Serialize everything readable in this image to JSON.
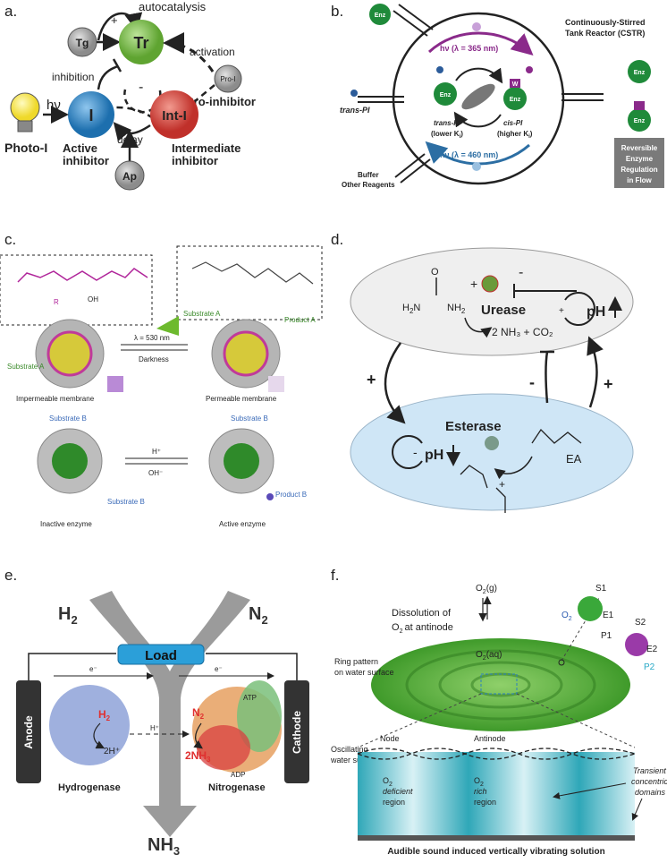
{
  "panels": {
    "a": {
      "label": "a.",
      "autocatalysis": "autocatalysis",
      "plus": "+",
      "tg": "Tg",
      "tr": "Tr",
      "activation": "activation",
      "pro_i_small": "Pro-I",
      "pro_inhibitor": "Pro-inhibitor",
      "inhibition": "inhibition",
      "minus": "-",
      "hv": "hν",
      "i": "I",
      "int_i": "Int-I",
      "delay": "delay",
      "photo_i": "Photo-I",
      "active_inhibitor": [
        "Active",
        "inhibitor"
      ],
      "intermediate_inhibitor": [
        "Intermediate",
        "inhibitor"
      ],
      "ap": "Ap"
    },
    "b": {
      "label": "b.",
      "enz": "Enz",
      "w": "W",
      "reactor_title": [
        "Continuously-Stirred",
        "Tank Reactor (CSTR)"
      ],
      "hv365": "hν (λ = 365 nm)",
      "hv460": "hν (λ = 460 nm)",
      "trans_pi_in": "trans-PI",
      "trans_pi": "trans-PI",
      "trans_ki": "(lower K",
      "cis_pi": "cis-PI",
      "cis_ki": "(higher K",
      "ki_sub": "i",
      "ki_close": ")",
      "buffer": [
        "Buffer",
        "Other Reagents"
      ],
      "reversible_box": [
        "Reversible",
        "Enzyme",
        "Regulation",
        "in Flow"
      ]
    },
    "c": {
      "label": "c.",
      "r_label": "R",
      "oh_label": "OH",
      "substrate_a": "Substrate A",
      "product_a": "Product A",
      "lambda": "λ = 530 nm",
      "darkness": "Darkness",
      "impermeable": "Impermeable membrane",
      "permeable": "Permeable membrane",
      "substrate_b": "Substrate B",
      "h_plus": "H⁺",
      "oh_minus": "OH⁻",
      "product_b": "Product B",
      "inactive": "Inactive enzyme",
      "active": "Active enzyme"
    },
    "d": {
      "label": "d.",
      "urease": "Urease",
      "nh2": "NH",
      "h2n": "H",
      "o_label": "O",
      "reaction": "2 NH₃ + CO₂",
      "ph": "pH",
      "esterase": "Esterase",
      "ea": "EA",
      "plus": "+",
      "minus": "-"
    },
    "e": {
      "label": "e.",
      "h2": "H",
      "n2": "N",
      "sub2": "2",
      "sub3": "3",
      "load": "Load",
      "anode": "Anode",
      "cathode": "Cathode",
      "e_minus": "e⁻",
      "h2_red": "H",
      "two_h": "2H⁺",
      "h_plus": "H⁺",
      "n2_red": "N",
      "two_nh3": "2NH",
      "atp": "ATP",
      "adp": "ADP",
      "hydrogenase": "Hydrogenase",
      "nitrogenase": "Nitrogenase",
      "nh3": "NH"
    },
    "f": {
      "label": "f.",
      "o2g": "O",
      "g_label": "(g)",
      "aq_label": "(aq)",
      "dissolution": [
        "Dissolution of",
        "O",
        "at antinode"
      ],
      "ring_pattern": [
        "Ring pattern",
        "on water surface"
      ],
      "s1": "S1",
      "e1": "E1",
      "o2": "O",
      "p1": "P1",
      "s2": "S2",
      "e2": "E2",
      "p2": "P2",
      "node": "Node",
      "antinode": "Antinode",
      "oscillating": [
        "Oscillating",
        "water surface"
      ],
      "deficient": [
        "deficient",
        "region"
      ],
      "rich": [
        "rich",
        "region"
      ],
      "transient": [
        "Transient",
        "concentric",
        "domains"
      ],
      "caption": "Audible sound induced vertically vibrating solution"
    }
  },
  "colors": {
    "tr_green": "#7cc04a",
    "int_red": "#d9443a",
    "i_blue": "#2d8cc8",
    "bulb_yellow": "#f7e94a",
    "enz_green": "#1f8a3a",
    "purple": "#8a2a8a",
    "blue_arrow": "#2c6ea3",
    "urease_bg": "#efefef",
    "esterase_bg": "#cfe6f6",
    "load_blue": "#2b9fd9",
    "disc_green": "#6cc24a",
    "cyan": "#28a9c7",
    "red_label": "#e03030"
  }
}
